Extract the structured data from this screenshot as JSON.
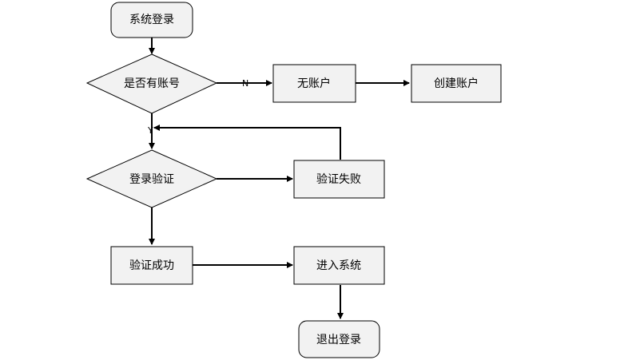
{
  "colors": {
    "node_fill": "#f2f2f2",
    "node_stroke": "#000000",
    "edge": "#000000",
    "background": "#ffffff"
  },
  "nodes": {
    "system_login": {
      "label": "系统登录",
      "shape": "rounded-rect"
    },
    "has_account": {
      "label": "是否有账号",
      "shape": "diamond"
    },
    "no_account": {
      "label": "无账户",
      "shape": "rect"
    },
    "create_account": {
      "label": "创建账户",
      "shape": "rect"
    },
    "login_verify": {
      "label": "登录验证",
      "shape": "diamond"
    },
    "verify_fail": {
      "label": "验证失败",
      "shape": "rect"
    },
    "verify_success": {
      "label": "验证成功",
      "shape": "rect"
    },
    "enter_system": {
      "label": "进入系统",
      "shape": "rect"
    },
    "logout": {
      "label": "退出登录",
      "shape": "rounded-rect"
    }
  },
  "edge_labels": {
    "no": "N",
    "yes": "Y"
  }
}
